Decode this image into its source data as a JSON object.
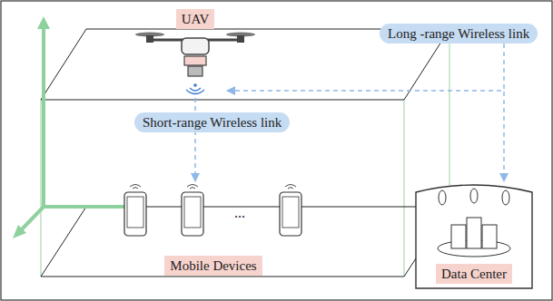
{
  "diagram": {
    "nodes": [
      {
        "text": [
          "UAV"
        ]
      },
      {
        "text": [
          "Mobile Devices"
        ]
      },
      {
        "text": [
          "Data Center"
        ]
      }
    ],
    "edges": [
      {
        "from": 0,
        "to": 1,
        "label": "Short-range Wireless link",
        "arrow": "to"
      },
      {
        "from": 0,
        "to": 2,
        "label": "Long -range Wireless link",
        "arrow": "both"
      }
    ],
    "labels": [
      "..."
    ]
  }
}
